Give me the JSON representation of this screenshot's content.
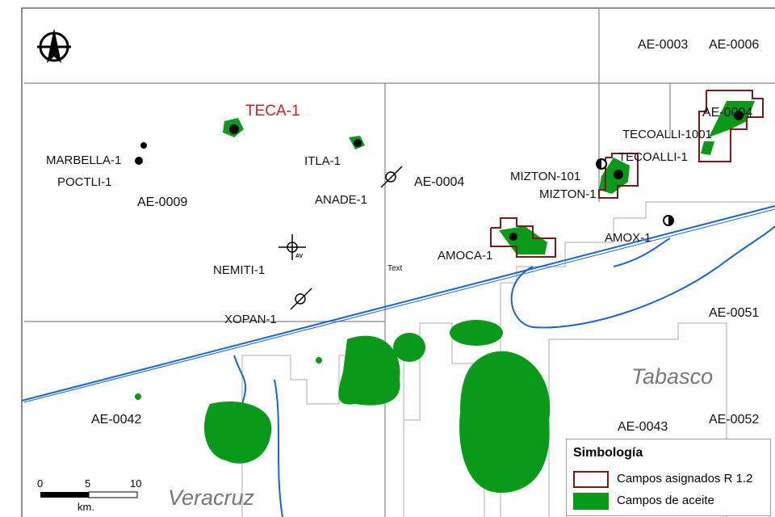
{
  "map": {
    "state_labels": [
      "Tabasco",
      "Veracruz"
    ],
    "block_labels": [
      "AE-0003",
      "AE-0006",
      "AE-0004",
      "AE-0004",
      "AE-0009",
      "AE-0051",
      "AE-0042",
      "AE-0043",
      "AE-0052"
    ],
    "wells": [
      "TECA-1",
      "MARBELLA-1",
      "POCTLI-1",
      "ITLA-1",
      "ANADE-1",
      "NEMITI-1",
      "XOPAN-1",
      "AMOCA-1",
      "MIZTON-101",
      "MIZTON-1",
      "TECOALLI-1001",
      "TECOALLI-1",
      "AMOX-1"
    ],
    "misc_text": "Text",
    "av_label": "AV",
    "compass_label": "N"
  },
  "legend": {
    "title": "Simbología",
    "items": [
      {
        "label": "Campos asignados R 1.2",
        "color": "#7a1a1a"
      },
      {
        "label": "Campos de aceite",
        "color": "#0a9a1a"
      }
    ]
  },
  "scale_bar": {
    "ticks": [
      "0",
      "5",
      "10"
    ],
    "unit": "km."
  },
  "colors": {
    "coast": "#1a66c8",
    "field": "#0a9a1a",
    "assigned": "#7a1a1a",
    "highlight": "#c8202a"
  }
}
